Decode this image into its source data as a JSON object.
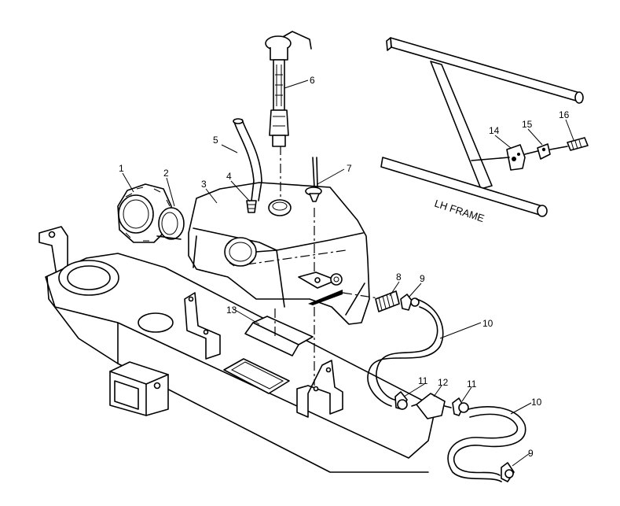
{
  "diagram": {
    "frame_label": "LH FRAME",
    "callouts": {
      "c1": "1",
      "c2": "2",
      "c3": "3",
      "c4": "4",
      "c5": "5",
      "c6": "6",
      "c7": "7",
      "c8": "8",
      "c9a": "9",
      "c9b": "9",
      "c10a": "10",
      "c10b": "10",
      "c11a": "11",
      "c11b": "11",
      "c12": "12",
      "c13": "13",
      "c14": "14",
      "c15": "15",
      "c16": "16"
    }
  }
}
